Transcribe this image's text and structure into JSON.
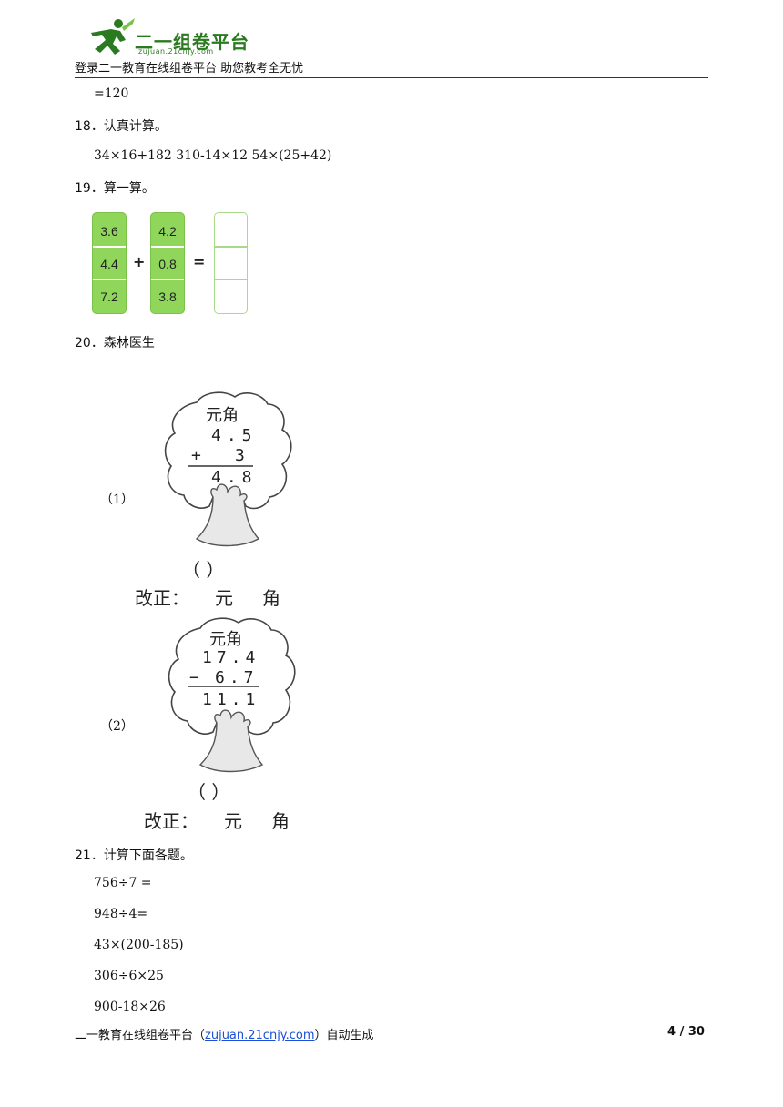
{
  "header": {
    "logo_title": "二一组卷平台",
    "logo_url": "zujuan.21cnjy.com",
    "tagline": "登录二一教育在线组卷平台   助您教考全无忧"
  },
  "prev_result": "=120",
  "q18": {
    "num": "18．",
    "title": "认真计算。",
    "expr": "34×16+182 310-14×12 54×(25+42)"
  },
  "q19": {
    "num": "19．",
    "title": "算一算。",
    "col1": [
      "3.6",
      "4.4",
      "7.2"
    ],
    "col2": [
      "4.2",
      "0.8",
      "3.8"
    ],
    "plus": "+",
    "equals": "="
  },
  "q20": {
    "num": "20．",
    "title": "森林医生",
    "part1": {
      "label": "（1）",
      "header": "元角",
      "row1": "4.5",
      "op": "+",
      "row2": "3",
      "result": "4.8",
      "paren": "（      ）",
      "fix_label": "改正：",
      "fix_yuan": "元",
      "fix_jiao": "角"
    },
    "part2": {
      "label": "（2）",
      "header": "元角",
      "row1": "17.4",
      "op": "−",
      "row2": "6.7",
      "result": "11.1",
      "paren": "（      ）",
      "fix_label": "改正：",
      "fix_yuan": "元",
      "fix_jiao": "角"
    }
  },
  "q21": {
    "num": "21．",
    "title": "计算下面各题。",
    "items": [
      "756÷7 =",
      "948÷4=",
      "43×(200-185)",
      "306÷6×25",
      "900-18×26"
    ]
  },
  "footer": {
    "left_prefix": "二一教育在线组卷平台（",
    "link": "zujuan.21cnjy.com",
    "left_suffix": "）自动生成",
    "page": "4 / 30"
  },
  "colors": {
    "cell_green": "#8fd65a",
    "cell_border": "#7ac24a",
    "empty_border": "#a9d98a",
    "logo_green": "#2a7a1f",
    "link_blue": "#1a4fd6"
  }
}
